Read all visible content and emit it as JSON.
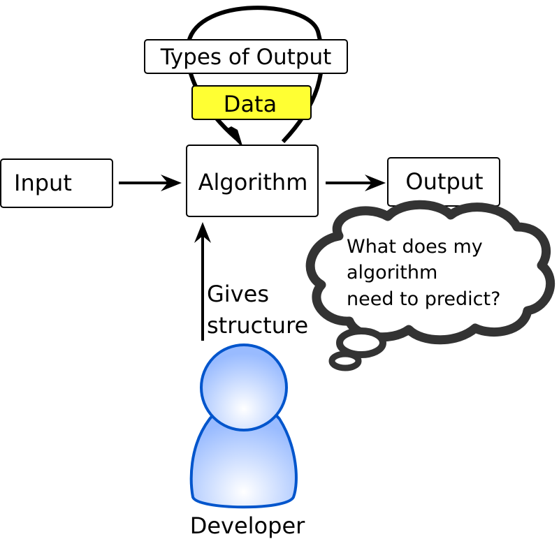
{
  "boxes": {
    "input": "Input",
    "algorithm": "Algorithm",
    "output": "Output",
    "types_of_output": "Types of Output",
    "data": "Data"
  },
  "labels": {
    "gives_structure_line1": "Gives",
    "gives_structure_line2": "structure",
    "developer": "Developer"
  },
  "thought": {
    "line1": "What does my",
    "line2": "algorithm",
    "line3": "need to predict?"
  },
  "colors": {
    "data_box_fill": "#ffff33",
    "cloud_outline": "#333333",
    "person_outline": "#0055cc",
    "person_fill": "#aaccff"
  },
  "icons": {
    "developer": "person-icon",
    "thought": "thought-cloud-icon"
  }
}
